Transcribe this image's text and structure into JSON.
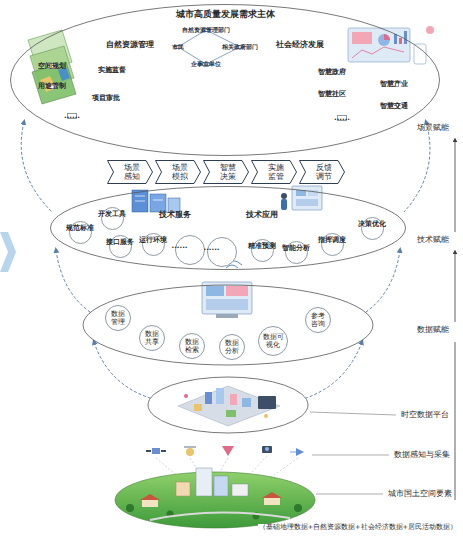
{
  "diagram": {
    "nodes": [
      {
        "text": [
          "城市高质量发展需求主体"
        ]
      },
      {
        "text": [
          "自然资源管理部门"
        ],
        "in": 0
      },
      {
        "text": [
          "市民"
        ],
        "in": 0
      },
      {
        "text": [
          "相关政府部门"
        ],
        "in": 0
      },
      {
        "text": [
          "企事业单位"
        ],
        "in": 0
      },
      {
        "text": [
          "空间规划"
        ],
        "in": 0
      },
      {
        "text": [
          "实施监督"
        ],
        "in": 0
      },
      {
        "text": [
          "用途管制"
        ],
        "in": 0
      },
      {
        "text": [
          "项目审批"
        ],
        "in": 0
      },
      {
        "text": [
          "......"
        ],
        "in": 0
      },
      {
        "text": [
          "智慧政府"
        ],
        "in": 0
      },
      {
        "text": [
          "智慧产业"
        ],
        "in": 0
      },
      {
        "text": [
          "智慧社区"
        ],
        "in": 0
      },
      {
        "text": [
          "智慧交通"
        ],
        "in": 0
      },
      {
        "text": [
          "......"
        ],
        "in": 0
      },
      {
        "text": [
          "场景感知"
        ]
      },
      {
        "text": [
          "场景模拟"
        ]
      },
      {
        "text": [
          "智慧决策"
        ]
      },
      {
        "text": [
          "实施监管"
        ]
      },
      {
        "text": [
          "反馈调节"
        ]
      },
      {
        "text": [
          "技术服务",
          "技术应用"
        ]
      },
      {
        "text": [
          "规范标准"
        ],
        "in": 20
      },
      {
        "text": [
          "开发工具"
        ],
        "in": 20
      },
      {
        "text": [
          "接口服务"
        ],
        "in": 20
      },
      {
        "text": [
          "运行环境"
        ],
        "in": 20
      },
      {
        "text": [
          "......"
        ],
        "in": 20
      },
      {
        "text": [
          "......"
        ],
        "in": 20
      },
      {
        "text": [
          "精准预测"
        ],
        "in": 20
      },
      {
        "text": [
          "智能分析"
        ],
        "in": 20
      },
      {
        "text": [
          "指挥调度"
        ],
        "in": 20
      },
      {
        "text": [
          "决策优化"
        ],
        "in": 20
      },
      {
        "text": [
          "数据管理"
        ]
      },
      {
        "text": [
          "数据共享"
        ]
      },
      {
        "text": [
          "数据检索"
        ]
      },
      {
        "text": [
          "数据分析"
        ]
      },
      {
        "text": [
          "数据可视化"
        ]
      },
      {
        "text": [
          "参考咨询"
        ]
      }
    ],
    "edges": [
      {
        "from": 1,
        "to": 2,
        "arrow": "none"
      },
      {
        "from": 1,
        "to": 3,
        "arrow": "none"
      },
      {
        "from": 2,
        "to": 4,
        "arrow": "none"
      },
      {
        "from": 3,
        "to": 4,
        "arrow": "none"
      }
    ],
    "labels": [
      "自然资源管理",
      "社会经济发展",
      "场景赋能",
      "技术赋能",
      "数据赋能",
      "时空数据平台",
      "数据感知与采集",
      "城市国土空间要素",
      "（基础地理数据+自然资源数据+社会经济数据+居民活动数据）"
    ]
  }
}
